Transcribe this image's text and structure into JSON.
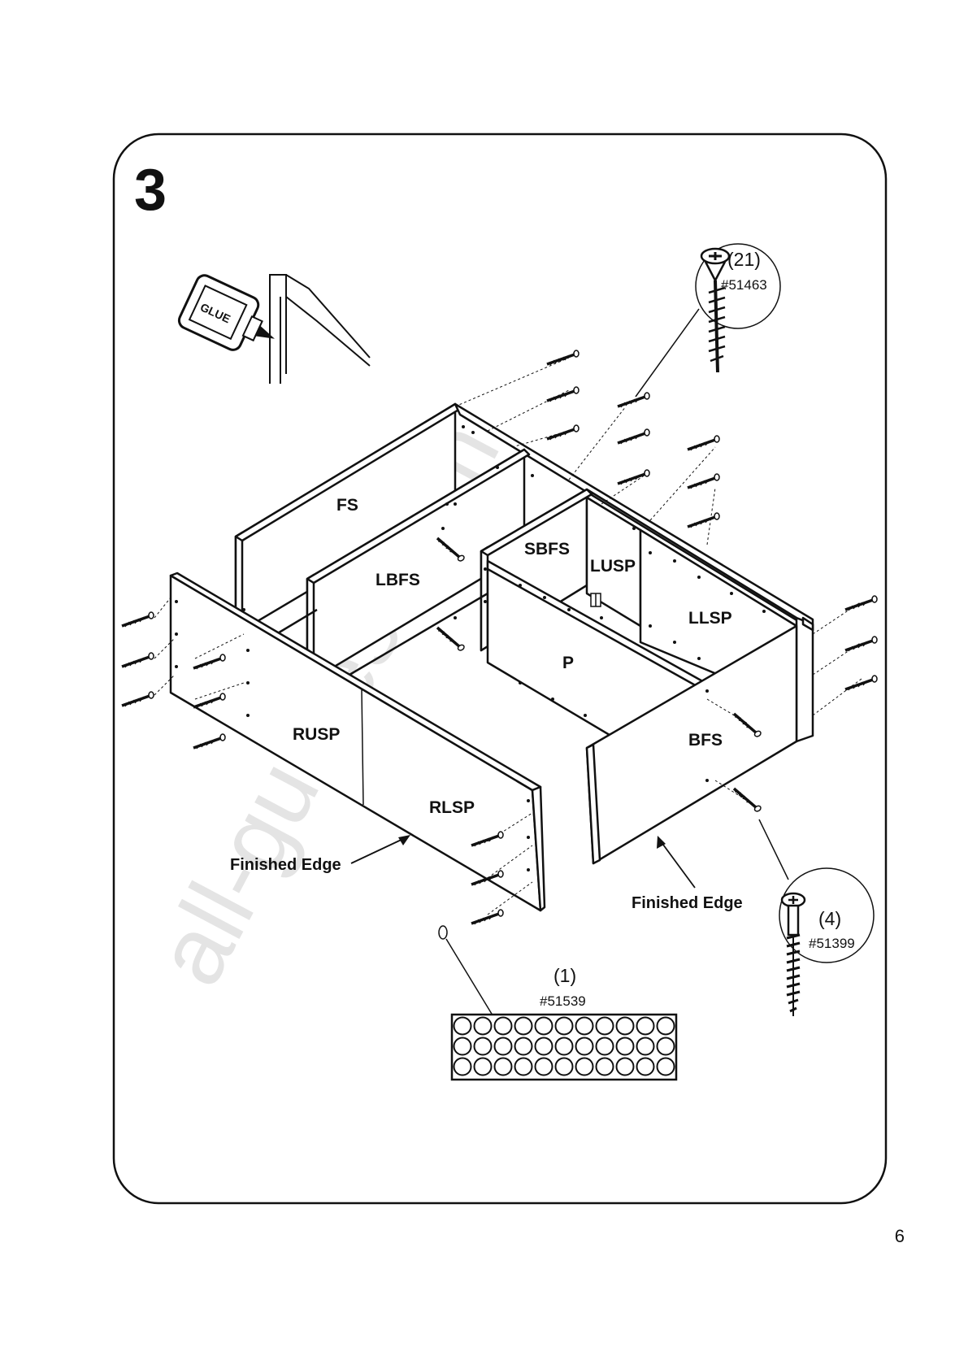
{
  "step": {
    "number": "3"
  },
  "page_number": "6",
  "watermark": "all-guides.com",
  "glue": {
    "label": "GLUE"
  },
  "panels": {
    "fs": "FS",
    "lbfs": "LBFS",
    "sbfs": "SBFS",
    "lusp": "LUSP",
    "llsp": "LLSP",
    "p": "P",
    "rusp": "RUSP",
    "rlsp": "RLSP",
    "bfs": "BFS"
  },
  "edges": {
    "left": "Finished Edge",
    "right": "Finished Edge"
  },
  "hardware": {
    "screw_a": {
      "qty": "(21)",
      "part": "#51463"
    },
    "screw_b": {
      "qty": "(4)",
      "part": "#51399"
    },
    "caps": {
      "qty": "(1)",
      "part": "#51539",
      "rows": 3,
      "cols": 11
    }
  }
}
